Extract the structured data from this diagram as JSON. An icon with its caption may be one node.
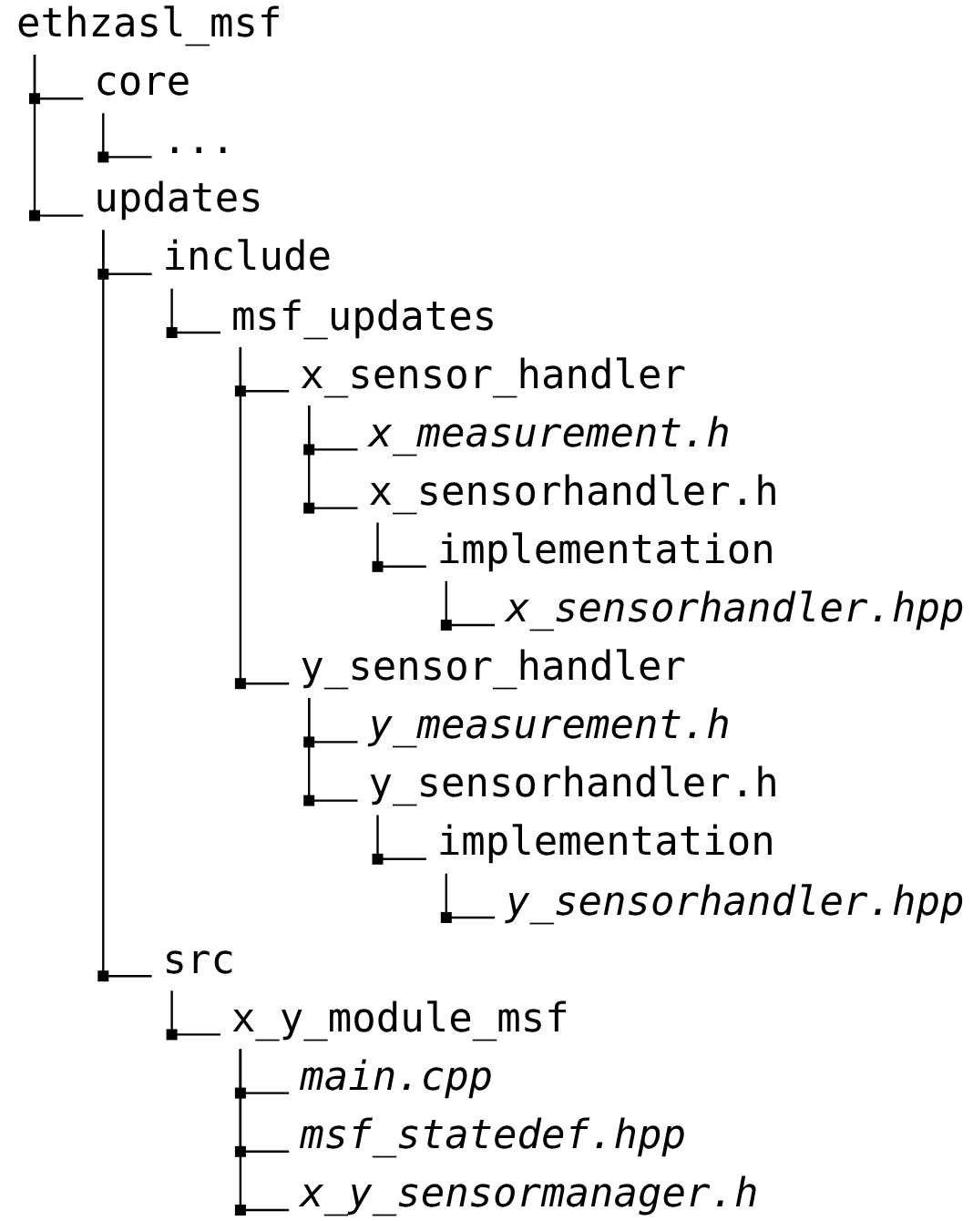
{
  "diagram": {
    "nodes": [
      {
        "text": [
          "ethzasl_msf"
        ]
      },
      {
        "text": [
          "core"
        ]
      },
      {
        "text": [
          "..."
        ]
      },
      {
        "text": [
          "updates"
        ]
      },
      {
        "text": [
          "include"
        ]
      },
      {
        "text": [
          "msf_updates"
        ]
      },
      {
        "text": [
          "x_sensor_handler"
        ]
      },
      {
        "text": [
          "x_measurement.h"
        ]
      },
      {
        "text": [
          "x_sensorhandler.h"
        ]
      },
      {
        "text": [
          "implementation"
        ]
      },
      {
        "text": [
          "x_sensorhandler.hpp"
        ]
      },
      {
        "text": [
          "y_sensor_handler"
        ]
      },
      {
        "text": [
          "y_measurement.h"
        ]
      },
      {
        "text": [
          "y_sensorhandler.h"
        ]
      },
      {
        "text": [
          "implementation"
        ]
      },
      {
        "text": [
          "y_sensorhandler.hpp"
        ]
      },
      {
        "text": [
          "src"
        ]
      },
      {
        "text": [
          "x_y_module_msf"
        ]
      },
      {
        "text": [
          "main.cpp"
        ]
      },
      {
        "text": [
          "msf_statedef.hpp"
        ]
      },
      {
        "text": [
          "x_y_sensormanager.h"
        ]
      }
    ],
    "edges": [
      {
        "from": 0,
        "to": 1,
        "arrow": "none"
      },
      {
        "from": 1,
        "to": 2,
        "arrow": "none"
      },
      {
        "from": 0,
        "to": 3,
        "arrow": "none"
      },
      {
        "from": 3,
        "to": 4,
        "arrow": "none"
      },
      {
        "from": 4,
        "to": 5,
        "arrow": "none"
      },
      {
        "from": 5,
        "to": 6,
        "arrow": "none"
      },
      {
        "from": 6,
        "to": 7,
        "arrow": "none"
      },
      {
        "from": 6,
        "to": 8,
        "arrow": "none"
      },
      {
        "from": 8,
        "to": 9,
        "arrow": "none"
      },
      {
        "from": 9,
        "to": 10,
        "arrow": "none"
      },
      {
        "from": 5,
        "to": 11,
        "arrow": "none"
      },
      {
        "from": 11,
        "to": 12,
        "arrow": "none"
      },
      {
        "from": 11,
        "to": 13,
        "arrow": "none"
      },
      {
        "from": 13,
        "to": 14,
        "arrow": "none"
      },
      {
        "from": 14,
        "to": 15,
        "arrow": "none"
      },
      {
        "from": 3,
        "to": 16,
        "arrow": "none"
      },
      {
        "from": 16,
        "to": 17,
        "arrow": "none"
      },
      {
        "from": 17,
        "to": 18,
        "arrow": "none"
      },
      {
        "from": 17,
        "to": 19,
        "arrow": "none"
      },
      {
        "from": 17,
        "to": 20,
        "arrow": "none"
      }
    ]
  }
}
